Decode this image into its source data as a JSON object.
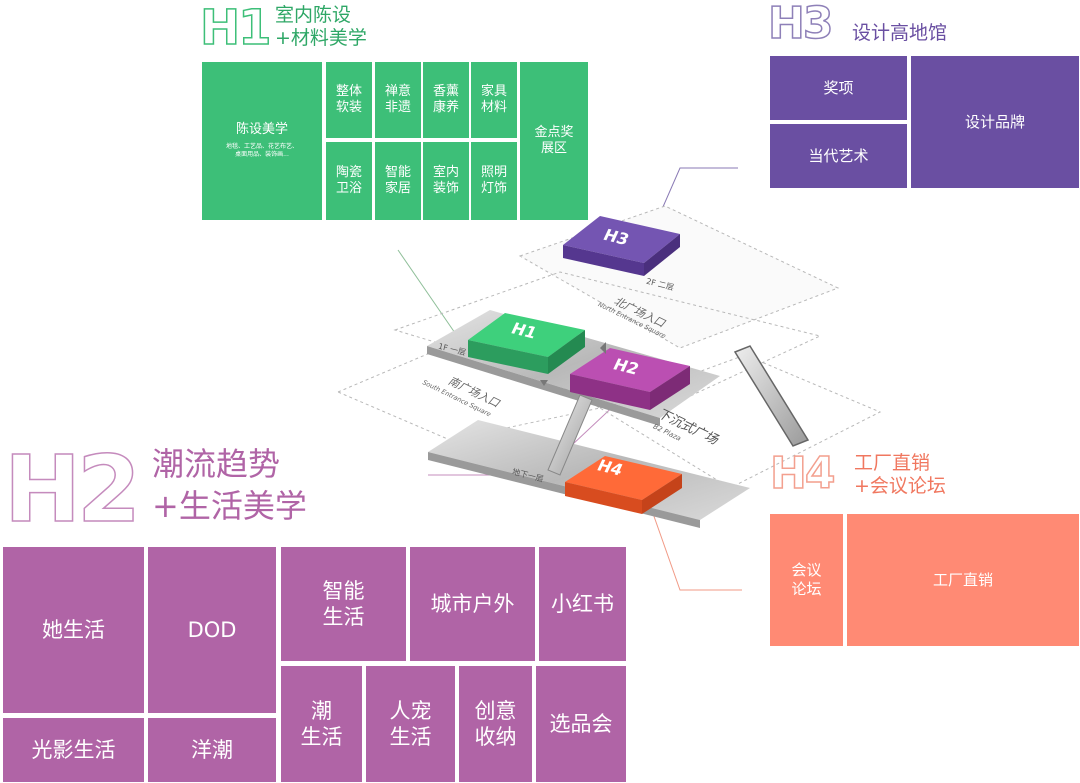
{
  "h1": {
    "code": "H1",
    "title": "室内陈设\n+材料美学",
    "color": "#3dbf78",
    "main": {
      "title": "陈设美学",
      "sub": "地毯、工艺品、花艺布艺、\n桌面用品、装饰画..."
    },
    "cells": [
      "整体\n软装",
      "禅意\n非遗",
      "香薰\n康养",
      "家具\n材料",
      "陶瓷\n卫浴",
      "智能\n家居",
      "室内\n装饰",
      "照明\n灯饰"
    ],
    "award": "金点奖\n展区"
  },
  "h3": {
    "code": "H3",
    "title": "设计高地馆",
    "color": "#6a4fa2",
    "cells": [
      "奖项",
      "当代艺术",
      "设计品牌"
    ]
  },
  "h2": {
    "code": "H2",
    "title": "潮流趋势\n+生活美学",
    "color": "#b064a6",
    "cells": [
      "她生活",
      "DOD",
      "智能\n生活",
      "城市户外",
      "小红书",
      "光影生活",
      "洋潮",
      "潮\n生活",
      "人宠\n生活",
      "创意\n收纳",
      "选品会"
    ]
  },
  "h4": {
    "code": "H4",
    "title": "工厂直销\n+会议论坛",
    "color": "#ff8a74",
    "cells": [
      "会议\n论坛",
      "工厂直销"
    ]
  },
  "map": {
    "floor_2f": "2F 二层",
    "floor_1f": "1F 一层",
    "floor_b2": "地下一层",
    "north_cn": "北广场入口",
    "north_en": "North Entrance Square",
    "south_cn": "南广场入口",
    "south_en": "South Entrance Square",
    "plaza_cn": "下沉式广场",
    "plaza_en": "B2 Plaza",
    "tag_h1": "H1",
    "tag_h2": "H2",
    "tag_h3": "H3",
    "tag_h4": "H4"
  }
}
